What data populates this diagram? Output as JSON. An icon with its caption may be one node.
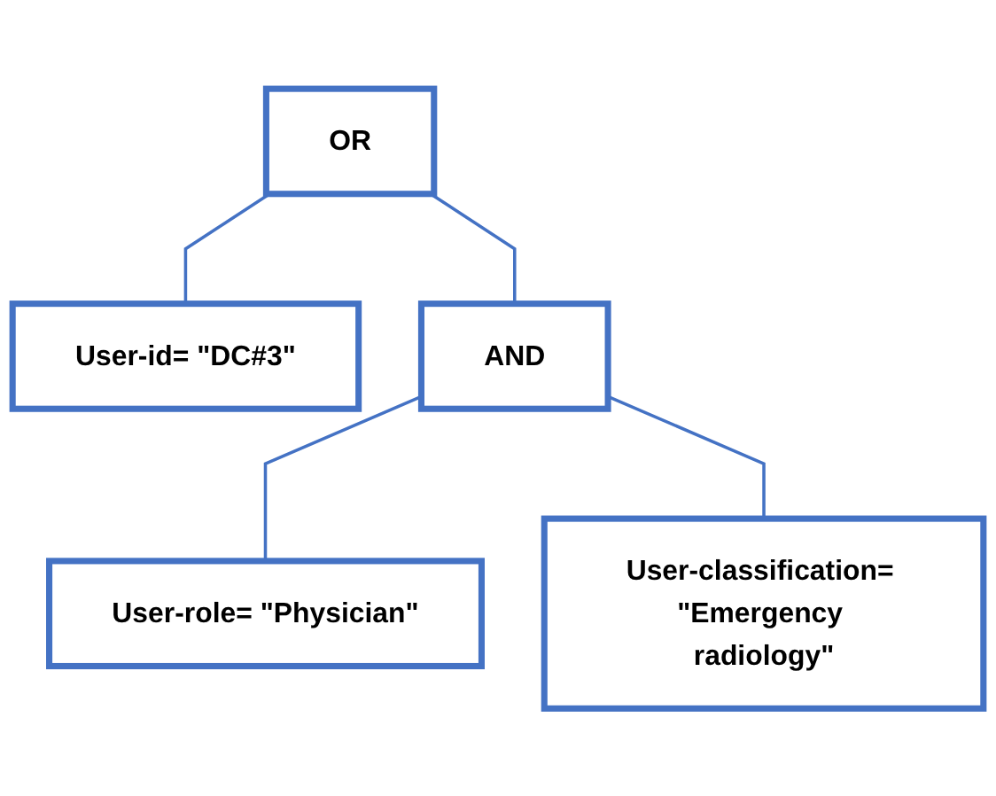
{
  "diagram": {
    "nodes": [
      {
        "text": [
          "OR"
        ]
      },
      {
        "text": [
          "User-id= \"DC#3\""
        ]
      },
      {
        "text": [
          "AND"
        ]
      },
      {
        "text": [
          "User-role= \"Physician\""
        ]
      },
      {
        "text": [
          "User-classification= \"Emergency radiology\""
        ]
      }
    ],
    "edges": [
      {
        "from": 0,
        "to": 1,
        "arrow": "none"
      },
      {
        "from": 0,
        "to": 2,
        "arrow": "none"
      },
      {
        "from": 2,
        "to": 3,
        "arrow": "none"
      },
      {
        "from": 2,
        "to": 4,
        "arrow": "none"
      }
    ]
  }
}
